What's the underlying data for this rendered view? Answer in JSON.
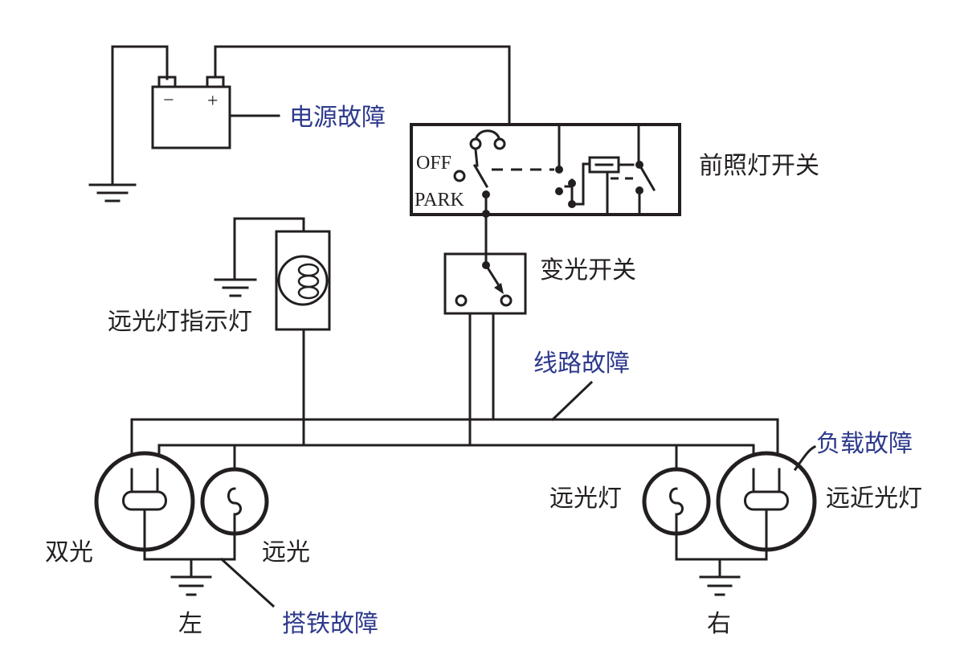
{
  "colors": {
    "line": "#231f20",
    "fault_label": "#2e3a8c"
  },
  "battery": {
    "minus_sign": "−",
    "plus_sign": "+"
  },
  "headlight_switch": {
    "label": "前照灯开关",
    "off_label": "OFF",
    "park_label": "PARK"
  },
  "dimmer_switch": {
    "label": "变光开关"
  },
  "indicator_lamp": {
    "label": "远光灯指示灯"
  },
  "lamps": {
    "left_dual": "双光",
    "left_high": "远光",
    "right_high": "远光灯",
    "right_dual": "远近光灯"
  },
  "sides": {
    "left": "左",
    "right": "右"
  },
  "faults": {
    "power": "电源故障",
    "wiring": "线路故障",
    "load": "负载故障",
    "ground": "搭铁故障"
  }
}
